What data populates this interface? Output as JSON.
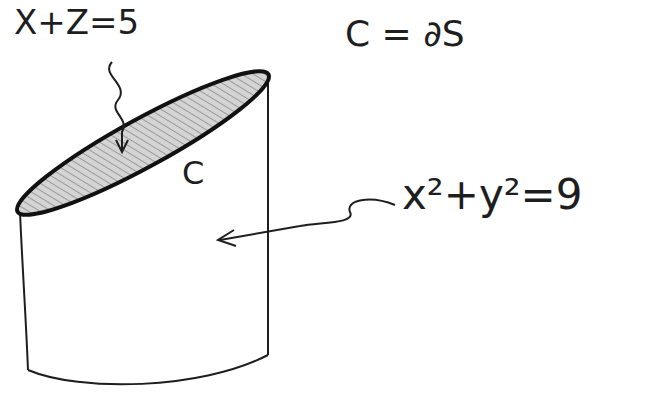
{
  "diagram": {
    "labels": [
      "X+Z=5",
      "C = ∂S",
      "C",
      "x²+y²=9"
    ]
  }
}
